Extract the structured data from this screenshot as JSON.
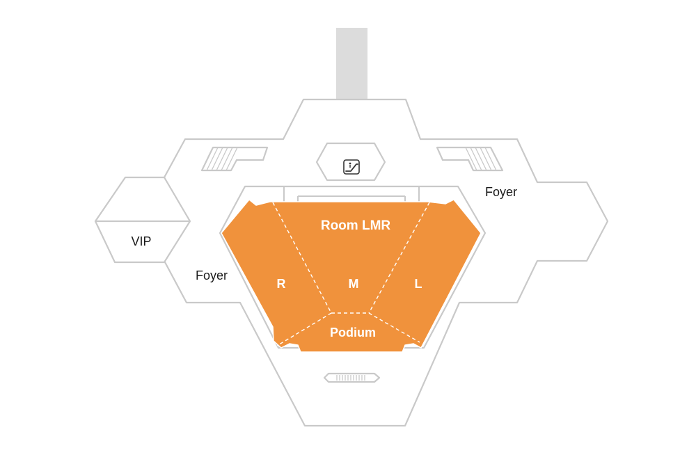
{
  "labels": {
    "room_main": "Room LMR",
    "section_r": "R",
    "section_m": "M",
    "section_l": "L",
    "podium": "Podium",
    "vip": "VIP",
    "foyer_left": "Foyer",
    "foyer_right": "Foyer"
  },
  "icons": {
    "escalator": "escalator-icon",
    "stairs": "stairs-icon"
  },
  "colors": {
    "room_fill": "#f0923c",
    "wall_stroke": "#c9c9c9",
    "corridor": "#dcdcdc",
    "label_dark": "#1a1a1a",
    "label_light": "#ffffff"
  }
}
